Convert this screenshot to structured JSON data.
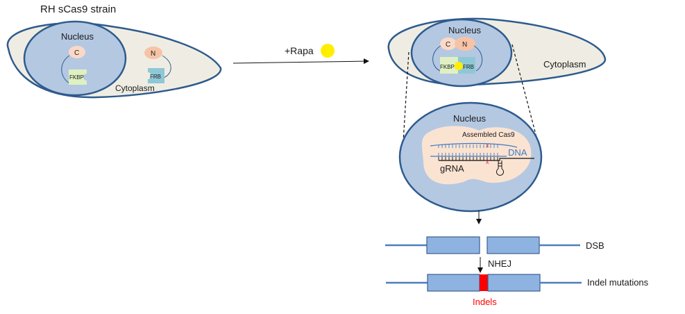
{
  "title": "RH sCas9 strain",
  "colors": {
    "cell_fill": "#efede3",
    "cell_stroke": "#2e5b8e",
    "nucleus_fill": "#b4c8e2",
    "nucleolus_fill": "#fbe3d2",
    "domain_c_fill": "#fbd9c6",
    "domain_n_fill": "#f7c3a6",
    "fkbp_fill": "#dff1c2",
    "frb_fill": "#8ec8d6",
    "rapa_fill": "#ffee00",
    "dna_color": "#3f7bc1",
    "box_fill": "#8fb3e0",
    "box_stroke": "#3a5f8f",
    "indel_color": "#ff0000"
  },
  "left_cell": {
    "nucleus_label": "Nucleus",
    "cytoplasm_label": "Cytoplasm",
    "c_label": "C",
    "n_label": "N",
    "fkbp_label": "FKBP",
    "frb_label": "FRB"
  },
  "treatment": {
    "label": "+Rapa"
  },
  "right_cell": {
    "nucleus_label": "Nucleus",
    "cytoplasm_label": "Cytoplasm",
    "c_label": "C",
    "n_label": "N",
    "fkbp_label": "FKBP",
    "frb_label": "FRB"
  },
  "zoom_nucleus": {
    "nucleus_label": "Nucleus",
    "cas9_label": "Assembled Cas9",
    "dna_label": "DNA",
    "grna_label": "gRNA"
  },
  "repair": {
    "dsb_label": "DSB",
    "nhej_label": "NHEJ",
    "indel_mutations_label": "Indel mutations",
    "indels_label": "Indels"
  }
}
